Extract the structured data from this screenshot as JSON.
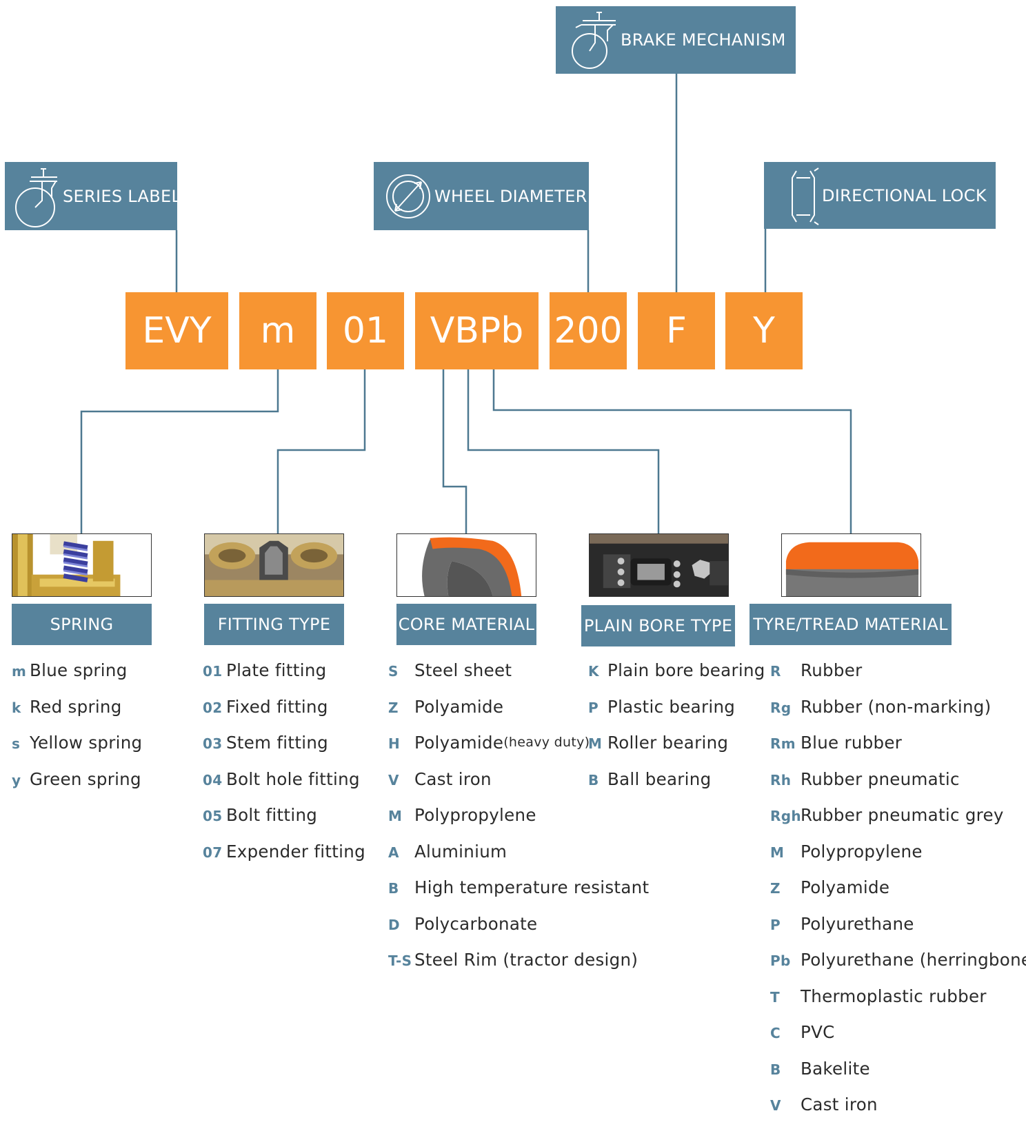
{
  "headers": {
    "series_label": "SERIES LABEL",
    "wheel_diameter": "WHEEL DIAMETER",
    "brake_mechanism": "BRAKE MECHANISM",
    "directional_lock": "DIRECTIONAL LOCK"
  },
  "codes": [
    "EVY",
    "m",
    "01",
    "VBPb",
    "200",
    "F",
    "Y"
  ],
  "colors": {
    "header_blue": "#57839c",
    "code_orange": "#f79532",
    "connector": "#4d7890"
  },
  "categories": {
    "spring": {
      "title": "SPRING",
      "items": [
        {
          "key": "m",
          "label": "Blue spring"
        },
        {
          "key": "k",
          "label": "Red spring"
        },
        {
          "key": "s",
          "label": "Yellow spring"
        },
        {
          "key": "y",
          "label": "Green spring"
        }
      ]
    },
    "fitting": {
      "title": "FITTING TYPE",
      "items": [
        {
          "key": "01",
          "label": "Plate fitting"
        },
        {
          "key": "02",
          "label": "Fixed fitting"
        },
        {
          "key": "03",
          "label": "Stem fitting"
        },
        {
          "key": "04",
          "label": "Bolt hole fitting"
        },
        {
          "key": "05",
          "label": "Bolt fitting"
        },
        {
          "key": "07",
          "label": "Expender fitting"
        }
      ]
    },
    "core": {
      "title": "CORE MATERIAL",
      "items": [
        {
          "key": "S",
          "label": "Steel sheet"
        },
        {
          "key": "Z",
          "label": "Polyamide"
        },
        {
          "key": "H",
          "label": "Polyamide",
          "note": "(heavy duty)"
        },
        {
          "key": "V",
          "label": "Cast iron"
        },
        {
          "key": "M",
          "label": "Polypropylene"
        },
        {
          "key": "A",
          "label": "Aluminium"
        },
        {
          "key": "B",
          "label": "High temperature resistant"
        },
        {
          "key": "D",
          "label": "Polycarbonate"
        },
        {
          "key": "T-S",
          "label": "Steel Rim (tractor design)"
        }
      ]
    },
    "bore": {
      "title": "PLAIN BORE TYPE",
      "items": [
        {
          "key": "K",
          "label": "Plain bore bearing"
        },
        {
          "key": "P",
          "label": "Plastic bearing"
        },
        {
          "key": "M",
          "label": "Roller bearing"
        },
        {
          "key": "B",
          "label": "Ball bearing"
        }
      ]
    },
    "tyre": {
      "title": "TYRE/TREAD MATERIAL",
      "items": [
        {
          "key": "R",
          "label": "Rubber"
        },
        {
          "key": "Rg",
          "label": "Rubber (non-marking)"
        },
        {
          "key": "Rm",
          "label": "Blue rubber"
        },
        {
          "key": "Rh",
          "label": "Rubber pneumatic"
        },
        {
          "key": "Rgh",
          "label": "Rubber pneumatic grey"
        },
        {
          "key": "M",
          "label": "Polypropylene"
        },
        {
          "key": "Z",
          "label": "Polyamide"
        },
        {
          "key": "P",
          "label": "Polyurethane"
        },
        {
          "key": "Pb",
          "label": "Polyurethane (herringbone)"
        },
        {
          "key": "T",
          "label": "Thermoplastic rubber"
        },
        {
          "key": "C",
          "label": "PVC"
        },
        {
          "key": "B",
          "label": "Bakelite"
        },
        {
          "key": "V",
          "label": "Cast iron"
        }
      ]
    }
  }
}
